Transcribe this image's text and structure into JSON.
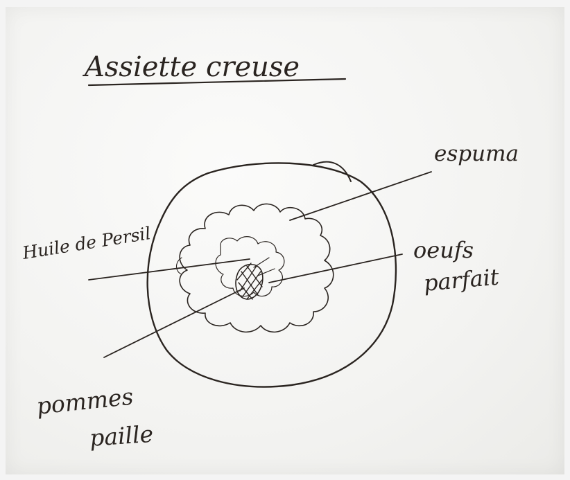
{
  "sketch": {
    "title": "Assiette creuse",
    "labels": {
      "espuma": "espuma",
      "huile": "Huile de Persil",
      "oeufs_line1": "oeufs",
      "oeufs_line2": "parfait",
      "pommes_line1": "pommes",
      "pommes_line2": "paille"
    },
    "ink_color": "#2a2420",
    "paper_color": "#f7f7f5"
  }
}
